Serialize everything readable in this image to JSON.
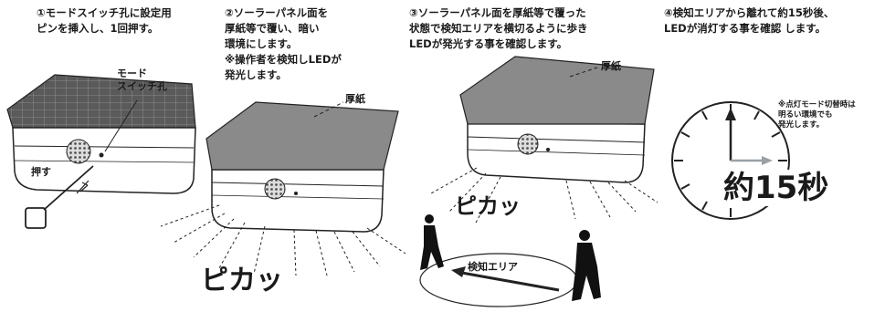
{
  "steps": [
    {
      "text": "①モードスイッチ孔に設定用\nピンを挿入し、1回押す。"
    },
    {
      "text": "②ソーラーパネル面を\n厚紙等で覆い、暗い\n環境にします。\n※操作者を検知しLEDが\n発光します。"
    },
    {
      "text": "③ソーラーパネル面を厚紙等で覆った\n状態で検知エリアを横切るように歩き\nLEDが発光する事を確認します。"
    },
    {
      "text": "④検知エリアから離れて約15秒後、\nLEDが消灯する事を確認 します。"
    }
  ],
  "labels": {
    "mode_switch": "モード\nスイッチ孔",
    "push": "押す",
    "cardboard_2": "厚紙",
    "cardboard_3": "厚紙",
    "pika_2": "ピカッ",
    "pika_3": "ピカッ",
    "detection_area": "検知エリア",
    "note_4": "※点灯モード切替時は\n明るい環境でも\n発光します。",
    "seconds": "約15秒"
  },
  "colors": {
    "panel": "#4a4a4a",
    "cardboard": "#8a8a8a",
    "body": "#ffffff",
    "line": "#1a1a1a",
    "clock_hand_min": "#9aa0a6"
  }
}
